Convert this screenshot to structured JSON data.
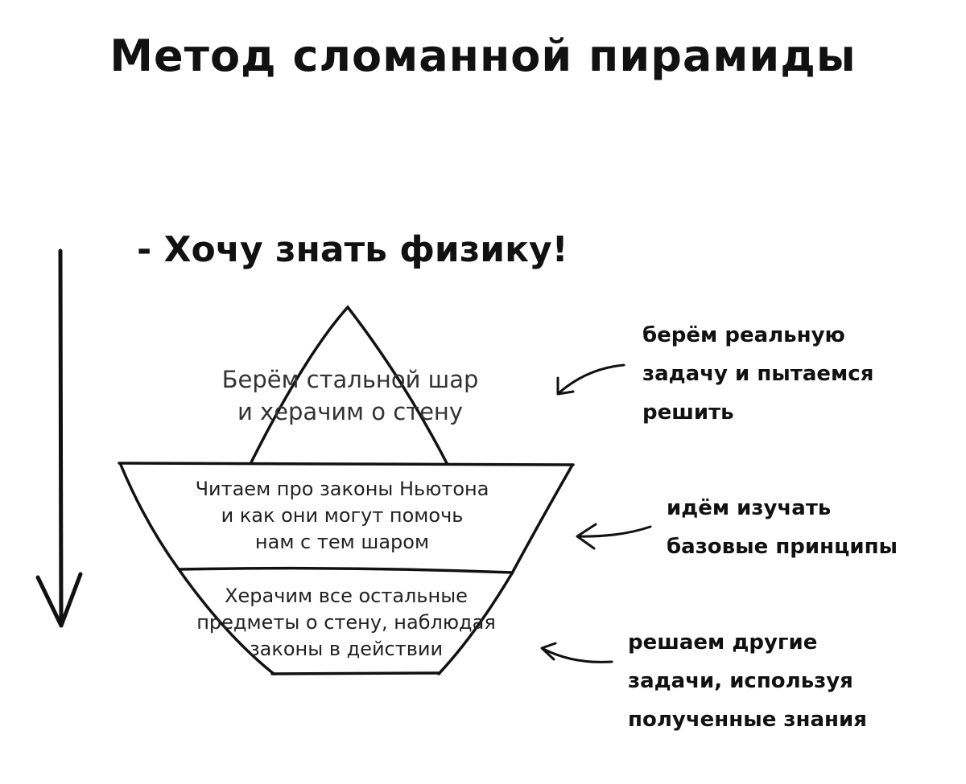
{
  "title": "Метод сломанной пирамиды",
  "subtitle": "- Хочу знать физику!",
  "pyramid": {
    "top": [
      "Берём стальной шар",
      "и херачим о стену"
    ],
    "middle": [
      "Читаем про законы Ньютона",
      "и как они могут помочь",
      "нам с тем шаром"
    ],
    "bottom": [
      "Херачим все остальные",
      "предметы о стену, наблюдая",
      "законы в действии"
    ]
  },
  "notes": {
    "top": [
      "берём реальную",
      "задачу и пытаемся",
      "решить"
    ],
    "middle": [
      "идём изучать",
      "базовые принципы"
    ],
    "bottom": [
      "решаем другие",
      "задачи, используя",
      "полученные знания"
    ]
  },
  "colors": {
    "ink": "#111111",
    "background": "#ffffff"
  }
}
